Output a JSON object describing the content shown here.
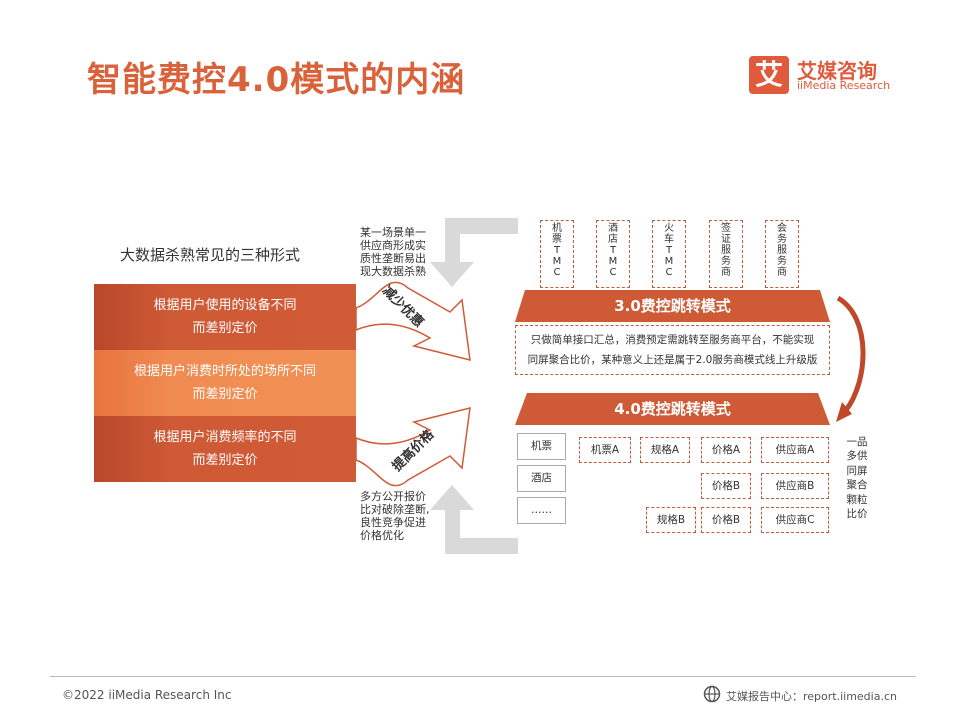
{
  "title": "智能费控4.0模式的内涵",
  "logo": {
    "mark": "艾",
    "name_cn": "艾媒咨询",
    "name_en": "iiMedia Research"
  },
  "left_panel": {
    "heading": "大数据杀熟常见的三种形式",
    "forms": [
      {
        "line1": "根据用户使用的设备不同",
        "line2": "而差别定价"
      },
      {
        "line1": "根据用户消费时所处的场所不同",
        "line2": "而差别定价"
      },
      {
        "line1": "根据用户消费频率的不同",
        "line2": "而差别定价"
      }
    ]
  },
  "middle": {
    "arrow_top_label": "减少优惠",
    "arrow_bottom_label": "提高价格",
    "note_top": [
      "某一场景单一",
      "供应商形成实",
      "质性垄断易出",
      "现大数据杀熟"
    ],
    "note_bottom": [
      "多方公开报价",
      "比对破除垄断,",
      "良性竞争促进",
      "价格优化"
    ]
  },
  "right_panel": {
    "providers": [
      [
        "机",
        "票",
        "T",
        "M",
        "C"
      ],
      [
        "酒",
        "店",
        "T",
        "M",
        "C"
      ],
      [
        "火",
        "车",
        "T",
        "M",
        "C"
      ],
      [
        "签",
        "证",
        "服",
        "务",
        "商"
      ],
      [
        "会",
        "务",
        "服",
        "务",
        "商"
      ]
    ],
    "mode3": {
      "title": "3.0费控跳转模式",
      "desc_line1": "只做简单接口汇总，消费预定需跳转至服务商平台，不能实现",
      "desc_line2": "同屏聚合比价，某种意义上还是属于2.0服务商模式线上升级版"
    },
    "mode4": {
      "title": "4.0费控跳转模式",
      "categories": [
        "机票",
        "酒店",
        "……"
      ],
      "row1": [
        "机票A",
        "规格A",
        "价格A",
        "供应商A"
      ],
      "row2": [
        "价格B",
        "供应商B"
      ],
      "row3": [
        "规格B",
        "价格B",
        "供应商C"
      ]
    },
    "side_note": [
      "一品",
      "多供",
      "同屏",
      "聚合",
      "颗粒",
      "比价"
    ]
  },
  "footer": {
    "copyright": "©2022  iiMedia Research  Inc",
    "source": "艾媒报告中心：report.iimedia.cn"
  },
  "colors": {
    "accent": "#d9623b",
    "band_dark": "#cf5a36",
    "band_light": "#f08c52",
    "arrow_gray": "#d9d9d9"
  }
}
